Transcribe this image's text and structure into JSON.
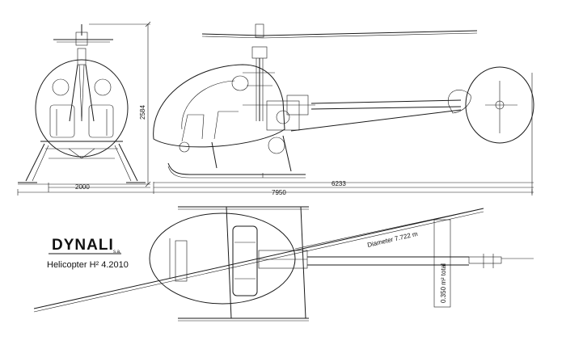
{
  "logo": {
    "brand": "DYNALI",
    "suffix": "s.a.",
    "model": "Helicopter H² 4.2010"
  },
  "dimensions": {
    "front_height": "2584",
    "front_width": "2000",
    "tail_length": "6233",
    "overall_length": "7950"
  },
  "top_view": {
    "rotor_diameter": "Diameter 7.722 m",
    "tail_rotor_note": "0.350 m² total"
  }
}
